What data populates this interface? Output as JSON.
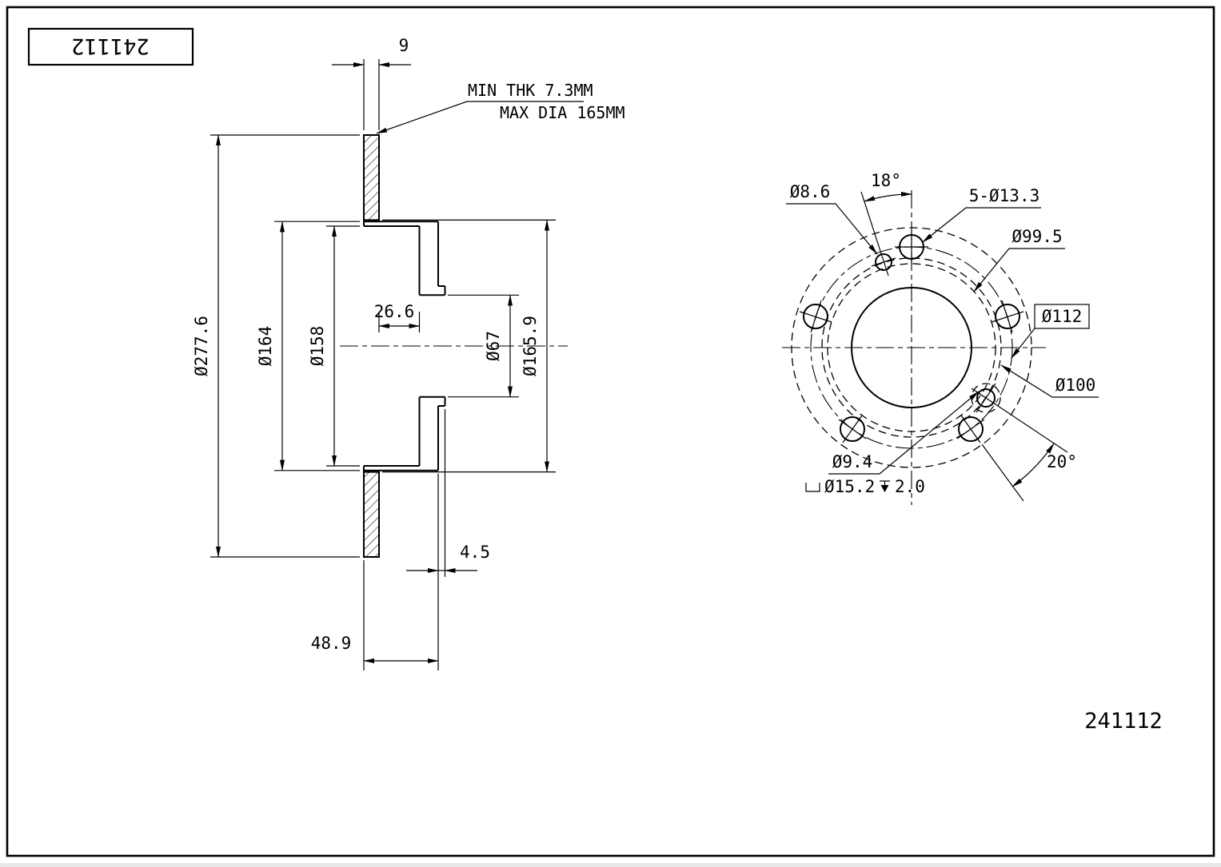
{
  "title_block": {
    "part_number_rotated": "241112"
  },
  "footer": {
    "part_number": "241112"
  },
  "section_view": {
    "thickness": "9",
    "note_line1": "MIN THK 7.3MM",
    "note_line2": "MAX DIA 165MM",
    "outer_diameter": "Ø277.6",
    "hat_outer_diameter": "Ø164",
    "hat_inner_diameter": "Ø158",
    "hat_depth_inner": "26.6",
    "bore_diameter": "Ø67",
    "friction_inner_diameter": "Ø165.9",
    "pilot_height": "4.5",
    "total_height": "48.9"
  },
  "front_view": {
    "setscrew_hole_diameter": "Ø8.6",
    "setscrew_angle": "18°",
    "bolt_holes_label": "5-Ø13.3",
    "circle_99_5": "Ø99.5",
    "bolt_circle_diameter": "Ø112",
    "circle_100": "Ø100",
    "pin_hole_diameter": "Ø9.4",
    "counterbore_diameter": "Ø15.2",
    "counterbore_depth": "2.0",
    "pin_angle": "20°"
  }
}
